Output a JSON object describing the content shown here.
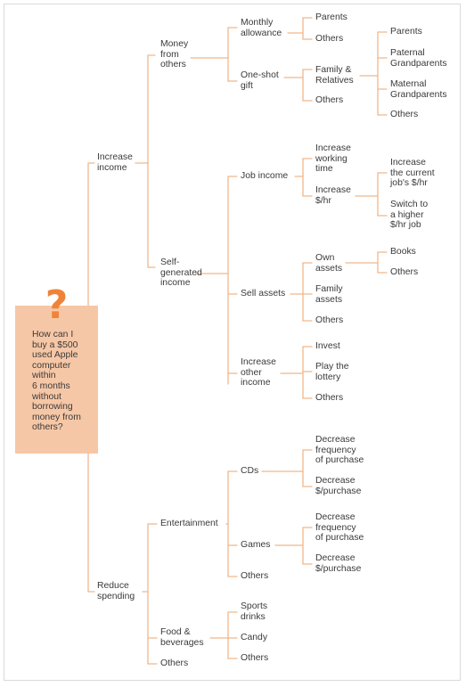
{
  "colors": {
    "line": "#f1b68b",
    "root_bg": "#f6c7a6",
    "question_mark": "#f0833a",
    "text": "#3a3a3a"
  },
  "root": {
    "icon": "question-mark-icon",
    "question": "How can I\nbuy a $500\nused Apple\ncomputer\nwithin\n6 months\nwithout\nborrowing\nmoney from\nothers?"
  },
  "nodes": {
    "increase_income": "Increase\nincome",
    "money_from_others": "Money\nfrom\nothers",
    "monthly_allowance": "Monthly\nallowance",
    "ma_parents": "Parents",
    "ma_others": "Others",
    "one_shot_gift": "One-shot\ngift",
    "family_relatives": "Family &\nRelatives",
    "fr_parents": "Parents",
    "fr_paternal": "Paternal\nGrandparents",
    "fr_maternal": "Maternal\nGrandparents",
    "fr_others": "Others",
    "gift_others": "Others",
    "self_generated": "Self-\ngenerated\nincome",
    "job_income": "Job income",
    "increase_working_time": "Increase\nworking\ntime",
    "increase_rate": "Increase\n$/hr",
    "increase_current_rate": "Increase\nthe current\njob's $/hr",
    "switch_job": "Switch to\na higher\n$/hr job",
    "sell_assets": "Sell assets",
    "own_assets": "Own\nassets",
    "books": "Books",
    "own_others": "Others",
    "family_assets": "Family\nassets",
    "sell_others": "Others",
    "increase_other_income": "Increase\nother\nincome",
    "invest": "Invest",
    "lottery": "Play the\nlottery",
    "other_income_others": "Others",
    "reduce_spending": "Reduce\nspending",
    "entertainment": "Entertainment",
    "cds": "CDs",
    "cd_freq": "Decrease\nfrequency\nof purchase",
    "cd_price": "Decrease\n$/purchase",
    "games": "Games",
    "games_freq": "Decrease\nfrequency\nof purchase",
    "games_price": "Decrease\n$/purchase",
    "ent_others": "Others",
    "food_beverages": "Food &\nbeverages",
    "sports_drinks": "Sports\ndrinks",
    "candy": "Candy",
    "food_others": "Others",
    "spend_others": "Others"
  }
}
